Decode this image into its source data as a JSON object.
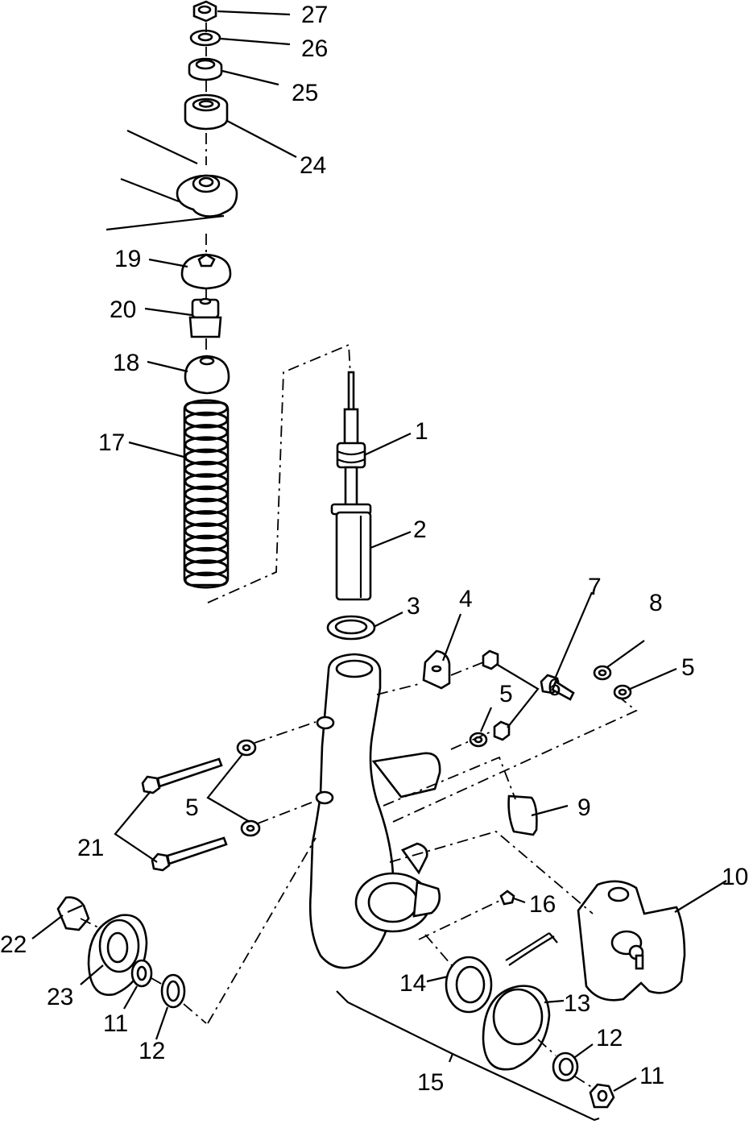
{
  "callouts": [
    {
      "id": "c27",
      "text": "27"
    },
    {
      "id": "c26",
      "text": "26"
    },
    {
      "id": "c25",
      "text": "25"
    },
    {
      "id": "c24",
      "text": "24"
    },
    {
      "id": "c19",
      "text": "19"
    },
    {
      "id": "c20",
      "text": "20"
    },
    {
      "id": "c18",
      "text": "18"
    },
    {
      "id": "c17",
      "text": "17"
    },
    {
      "id": "c1",
      "text": "1"
    },
    {
      "id": "c2",
      "text": "2"
    },
    {
      "id": "c3",
      "text": "3"
    },
    {
      "id": "c4",
      "text": "4"
    },
    {
      "id": "c7",
      "text": "7"
    },
    {
      "id": "c8",
      "text": "8"
    },
    {
      "id": "c5a",
      "text": "5"
    },
    {
      "id": "c6",
      "text": "6"
    },
    {
      "id": "c5b",
      "text": "5"
    },
    {
      "id": "c5c",
      "text": "5"
    },
    {
      "id": "c9",
      "text": "9"
    },
    {
      "id": "c21",
      "text": "21"
    },
    {
      "id": "c10",
      "text": "10"
    },
    {
      "id": "c16",
      "text": "16"
    },
    {
      "id": "c22",
      "text": "22"
    },
    {
      "id": "c23",
      "text": "23"
    },
    {
      "id": "c11a",
      "text": "11"
    },
    {
      "id": "c12a",
      "text": "12"
    },
    {
      "id": "c14",
      "text": "14"
    },
    {
      "id": "c13",
      "text": "13"
    },
    {
      "id": "c12b",
      "text": "12"
    },
    {
      "id": "c15",
      "text": "15"
    },
    {
      "id": "c11b",
      "text": "11"
    }
  ]
}
